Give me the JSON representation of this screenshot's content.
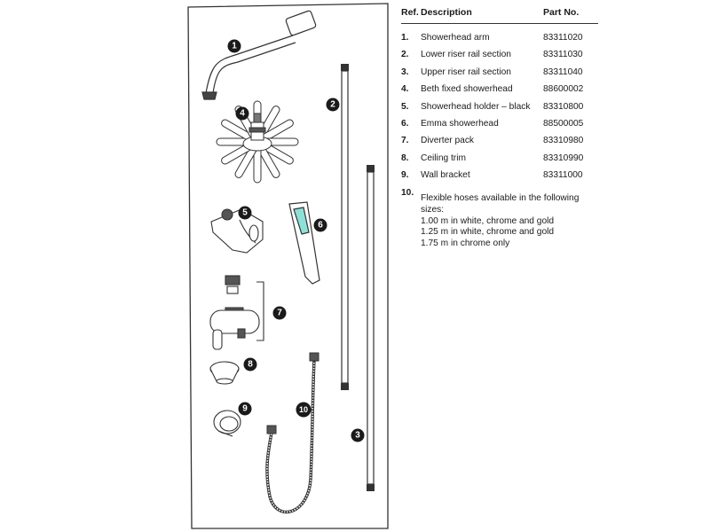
{
  "table": {
    "headers": {
      "ref": "Ref.",
      "description": "Description",
      "part_no": "Part No."
    },
    "rows": [
      {
        "ref": "1.",
        "description": "Showerhead arm",
        "part_no": "83311020"
      },
      {
        "ref": "2.",
        "description": "Lower riser rail section",
        "part_no": "83311030"
      },
      {
        "ref": "3.",
        "description": "Upper riser rail section",
        "part_no": "83311040"
      },
      {
        "ref": "4.",
        "description": "Beth fixed showerhead",
        "part_no": "88600002"
      },
      {
        "ref": "5.",
        "description": "Showerhead holder – black",
        "part_no": "83310800"
      },
      {
        "ref": "6.",
        "description": "Emma showerhead",
        "part_no": "88500005"
      },
      {
        "ref": "7.",
        "description": "Diverter pack",
        "part_no": "83310980"
      },
      {
        "ref": "8.",
        "description": "Ceiling trim",
        "part_no": "83310990"
      },
      {
        "ref": "9.",
        "description": "Wall bracket",
        "part_no": "83311000"
      }
    ],
    "row10": {
      "ref": "10.",
      "description": "Flexible hoses available in the following sizes:",
      "sizes": [
        "1.00 m in white, chrome and gold",
        "1.25 m in white, chrome and gold",
        "1.75 m in chrome only"
      ]
    }
  },
  "callouts": [
    "1",
    "2",
    "3",
    "4",
    "5",
    "6",
    "7",
    "8",
    "9",
    "10"
  ]
}
